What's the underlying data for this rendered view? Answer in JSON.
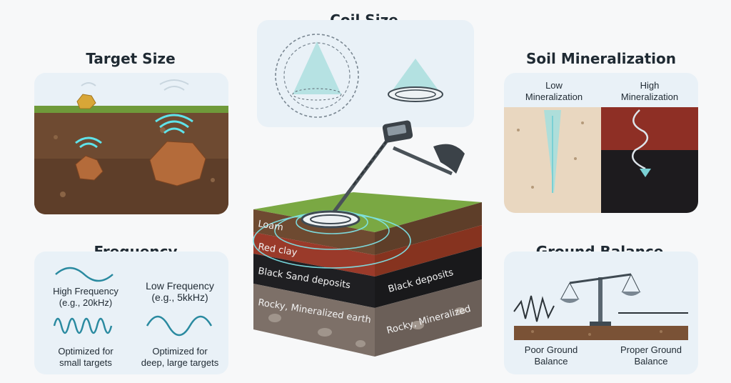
{
  "target_size": {
    "title": "Target Size"
  },
  "coil_size": {
    "title": "Coil Size"
  },
  "soil_mineralization": {
    "title": "Soil Mineralization",
    "low_label": "Low\nMineralization",
    "high_label": "High\nMineralization"
  },
  "frequency": {
    "title": "Frequency",
    "high_label": "High Frequency\n(e.g., 20kHz)",
    "low_label": "Low Frequency\n(e.g., 5kkHz)",
    "high_caption": "Optimized for\nsmall targets",
    "low_caption": "Optimized for\ndeep, large targets"
  },
  "ground_balance": {
    "title": "Ground Balance",
    "poor_label": "Poor Ground\nBalance",
    "proper_label": "Proper Ground\nBalance"
  },
  "soil_block": {
    "layers": [
      "Loam",
      "Red clay",
      "Black Sand deposits",
      "Rocky, Mineralized earth"
    ],
    "side_labels": [
      "Black deposits",
      "Rocky, Mineralized"
    ]
  },
  "colors": {
    "panel": "#e9f1f7",
    "grass": "#6f9a3a",
    "soil": "#6e4a31",
    "clay": "#9a3a2a",
    "black": "#1f1f22",
    "rock": "#7d7068",
    "signal": "#5fe3ea"
  }
}
